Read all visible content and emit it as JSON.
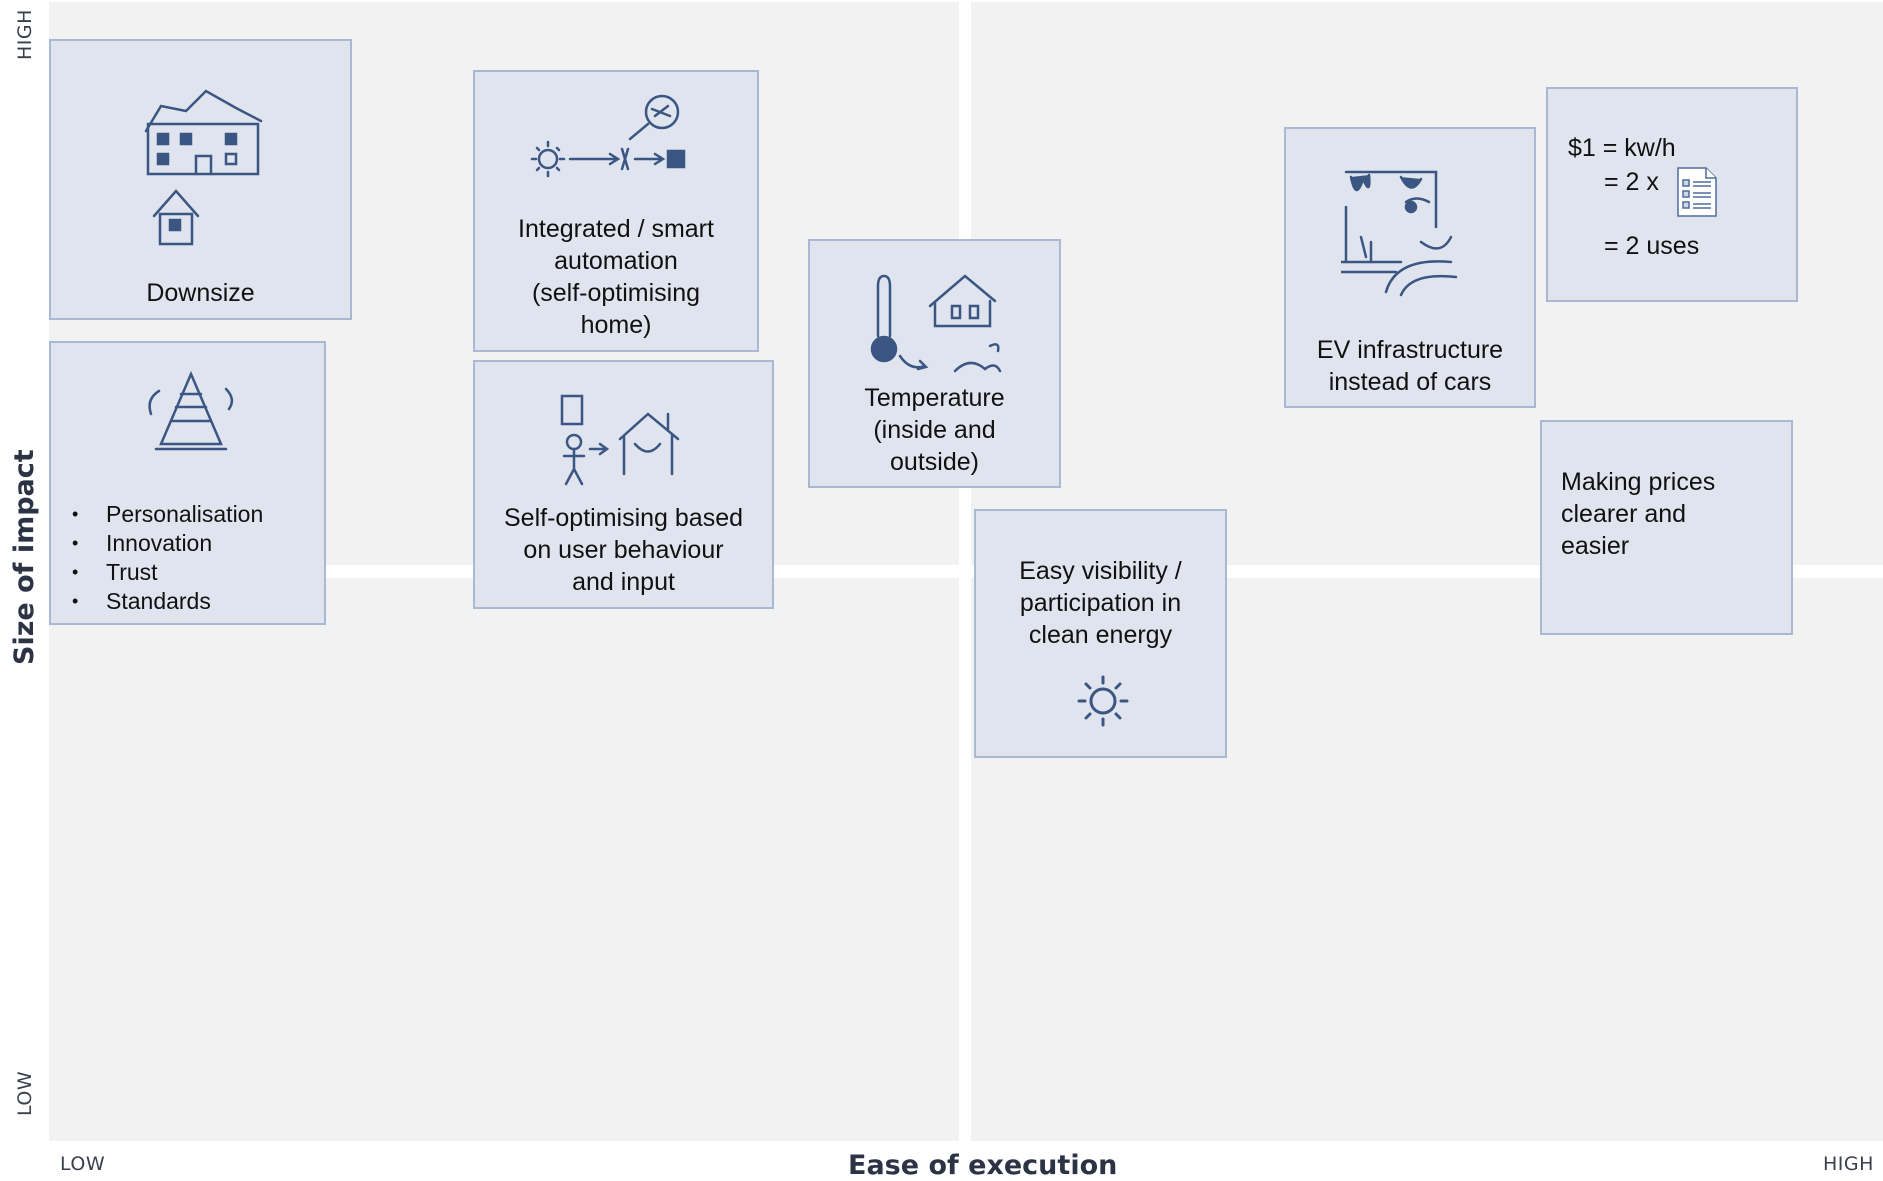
{
  "axes": {
    "y_title": "Size of impact",
    "x_title": "Ease of execution",
    "y_high": "HIGH",
    "y_low": "LOW",
    "x_low": "LOW",
    "x_high": "HIGH"
  },
  "cards": {
    "downsize": {
      "label": "Downsize",
      "icon": "houses-sketch"
    },
    "foundations": {
      "icon": "pyramid-sketch",
      "items": [
        "Personalisation",
        "Innovation",
        "Trust",
        "Standards"
      ]
    },
    "smart_automation": {
      "lines": [
        "Integrated / smart",
        "automation",
        "(self-optimising",
        "home)"
      ],
      "icon": "sun-arrow-sketch"
    },
    "self_optimising": {
      "lines": [
        "Self-optimising based",
        "on user behaviour",
        "and input"
      ],
      "icon": "person-house-sketch"
    },
    "temperature": {
      "lines": [
        "Temperature",
        "(inside and",
        "outside)"
      ],
      "icon": "thermometer-house-sketch"
    },
    "visibility": {
      "lines": [
        "Easy visibility /",
        "participation in",
        "clean energy"
      ],
      "icon": "sun-icon"
    },
    "ev": {
      "lines": [
        "EV infrastructure",
        "instead of cars"
      ],
      "icon": "road-sketch"
    },
    "pricing": {
      "line1": "$1 = kw/h",
      "line2": "= 2 x",
      "line3": "= 2 uses",
      "icon": "document-icon"
    },
    "prices": {
      "lines": [
        "Making prices",
        "clearer and",
        "easier"
      ]
    }
  }
}
